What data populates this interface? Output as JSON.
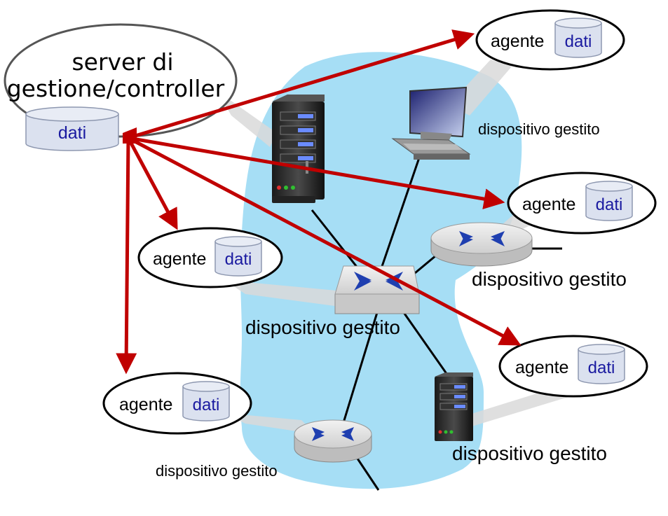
{
  "server": {
    "title_line1": "server di",
    "title_line2": "gestione/controller",
    "store_label": "dati"
  },
  "agents": [
    {
      "label": "agente",
      "store": "dati"
    },
    {
      "label": "agente",
      "store": "dati"
    },
    {
      "label": "agente",
      "store": "dati"
    },
    {
      "label": "agente",
      "store": "dati"
    },
    {
      "label": "agente",
      "store": "dati"
    }
  ],
  "devices": [
    {
      "label": "dispositivo gestito"
    },
    {
      "label": "dispositivo gestito"
    },
    {
      "label": "dispositivo gestito"
    },
    {
      "label": "dispositivo gestito"
    },
    {
      "label": "dispositivo gestito"
    }
  ],
  "colors": {
    "network_cloud": "#a6def5",
    "arrow": "#c00000",
    "database_fill": "#dbe1ef",
    "agent_text": "#1a1aa0",
    "router_fill": "#e2e2e2",
    "router_arrows": "#1f3fb0"
  },
  "icons": [
    "server-tower-icon",
    "desktop-computer-icon",
    "router-icon",
    "switch-icon",
    "database-icon"
  ]
}
